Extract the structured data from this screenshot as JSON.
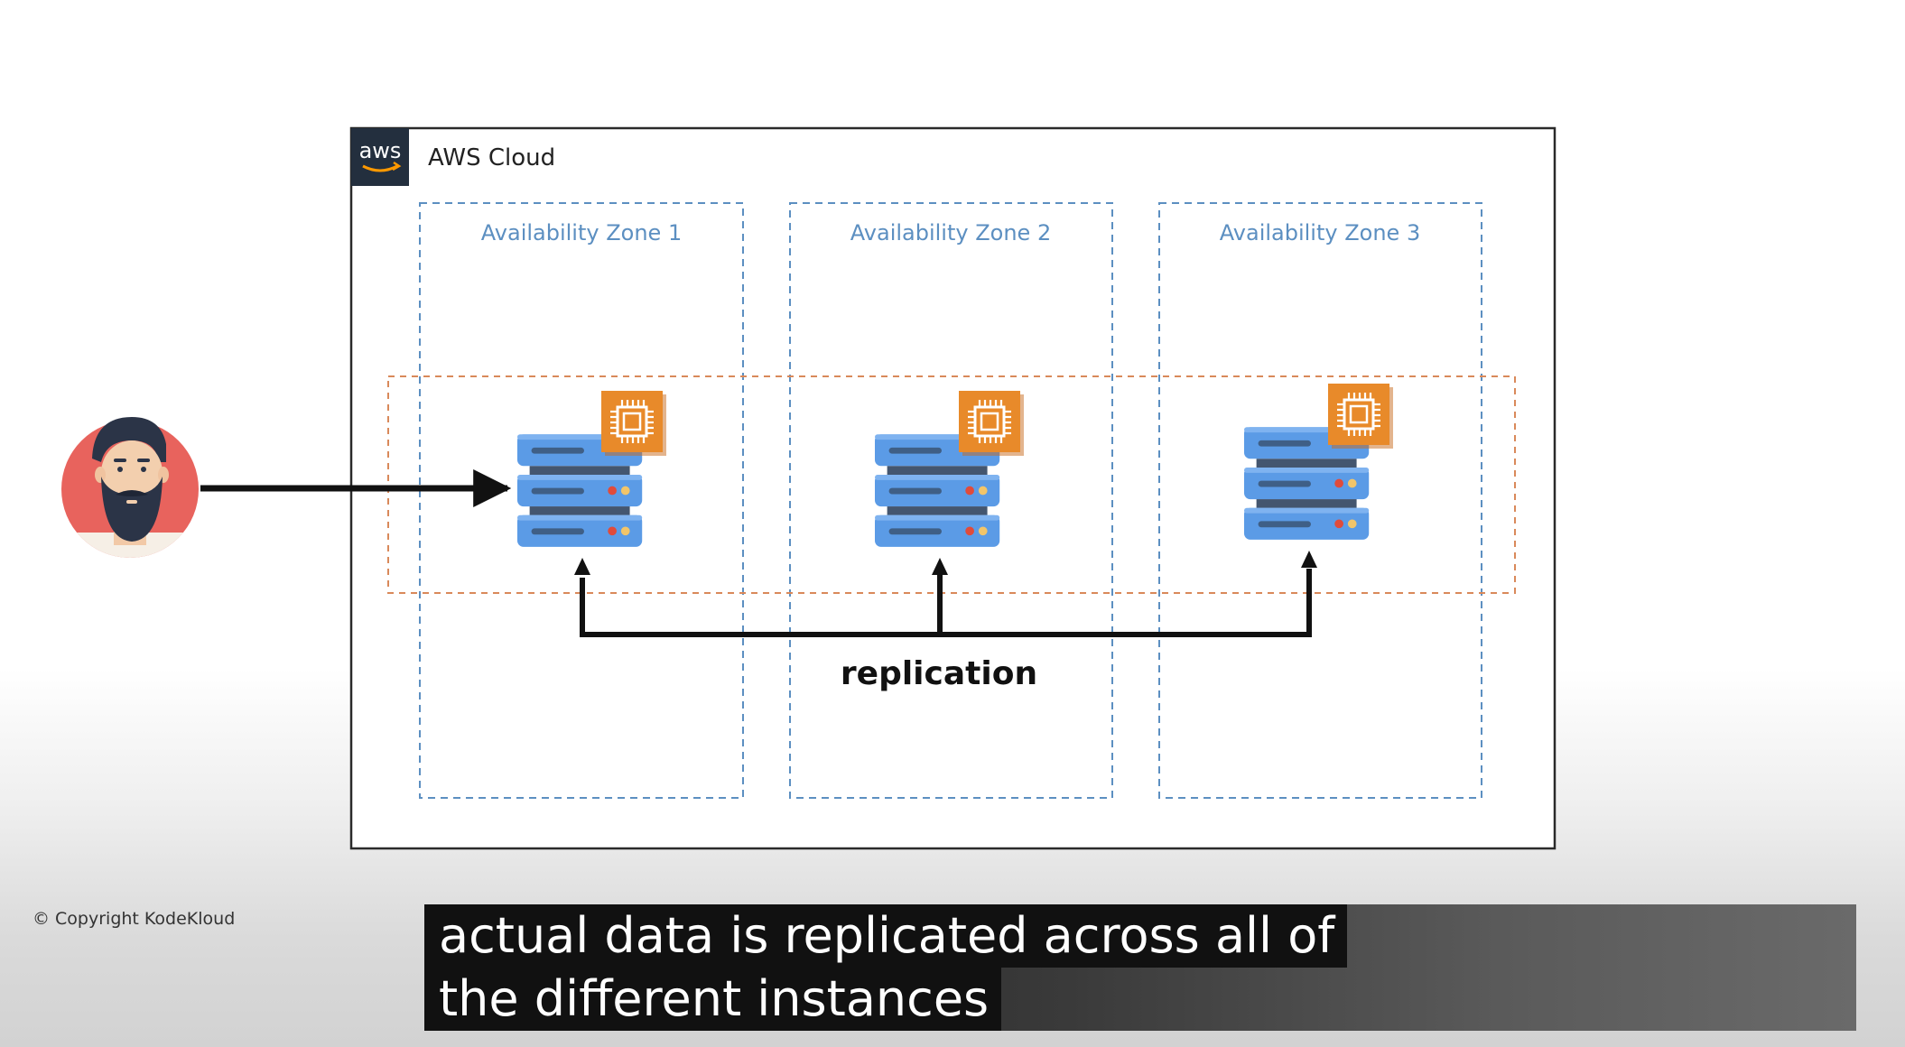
{
  "cloud": {
    "logo_text": "aws",
    "title": "AWS Cloud"
  },
  "zones": [
    {
      "label": "Availability Zone 1"
    },
    {
      "label": "Availability Zone 2"
    },
    {
      "label": "Availability Zone 3"
    }
  ],
  "diagram": {
    "replication_label": "replication",
    "icons": {
      "user": "user-avatar-icon",
      "server": "server-rack-icon",
      "chip": "ec2-instance-chip-icon"
    }
  },
  "copyright": "© Copyright KodeKloud",
  "caption": {
    "line1": "actual data is replicated across all of",
    "line2": "the different instances"
  },
  "colors": {
    "zone_border": "#5c8fc1",
    "group_border": "#d9895a",
    "aws_badge": "#232f3e",
    "chip_orange": "#e88a2a",
    "server_blue": "#5b9be6"
  }
}
